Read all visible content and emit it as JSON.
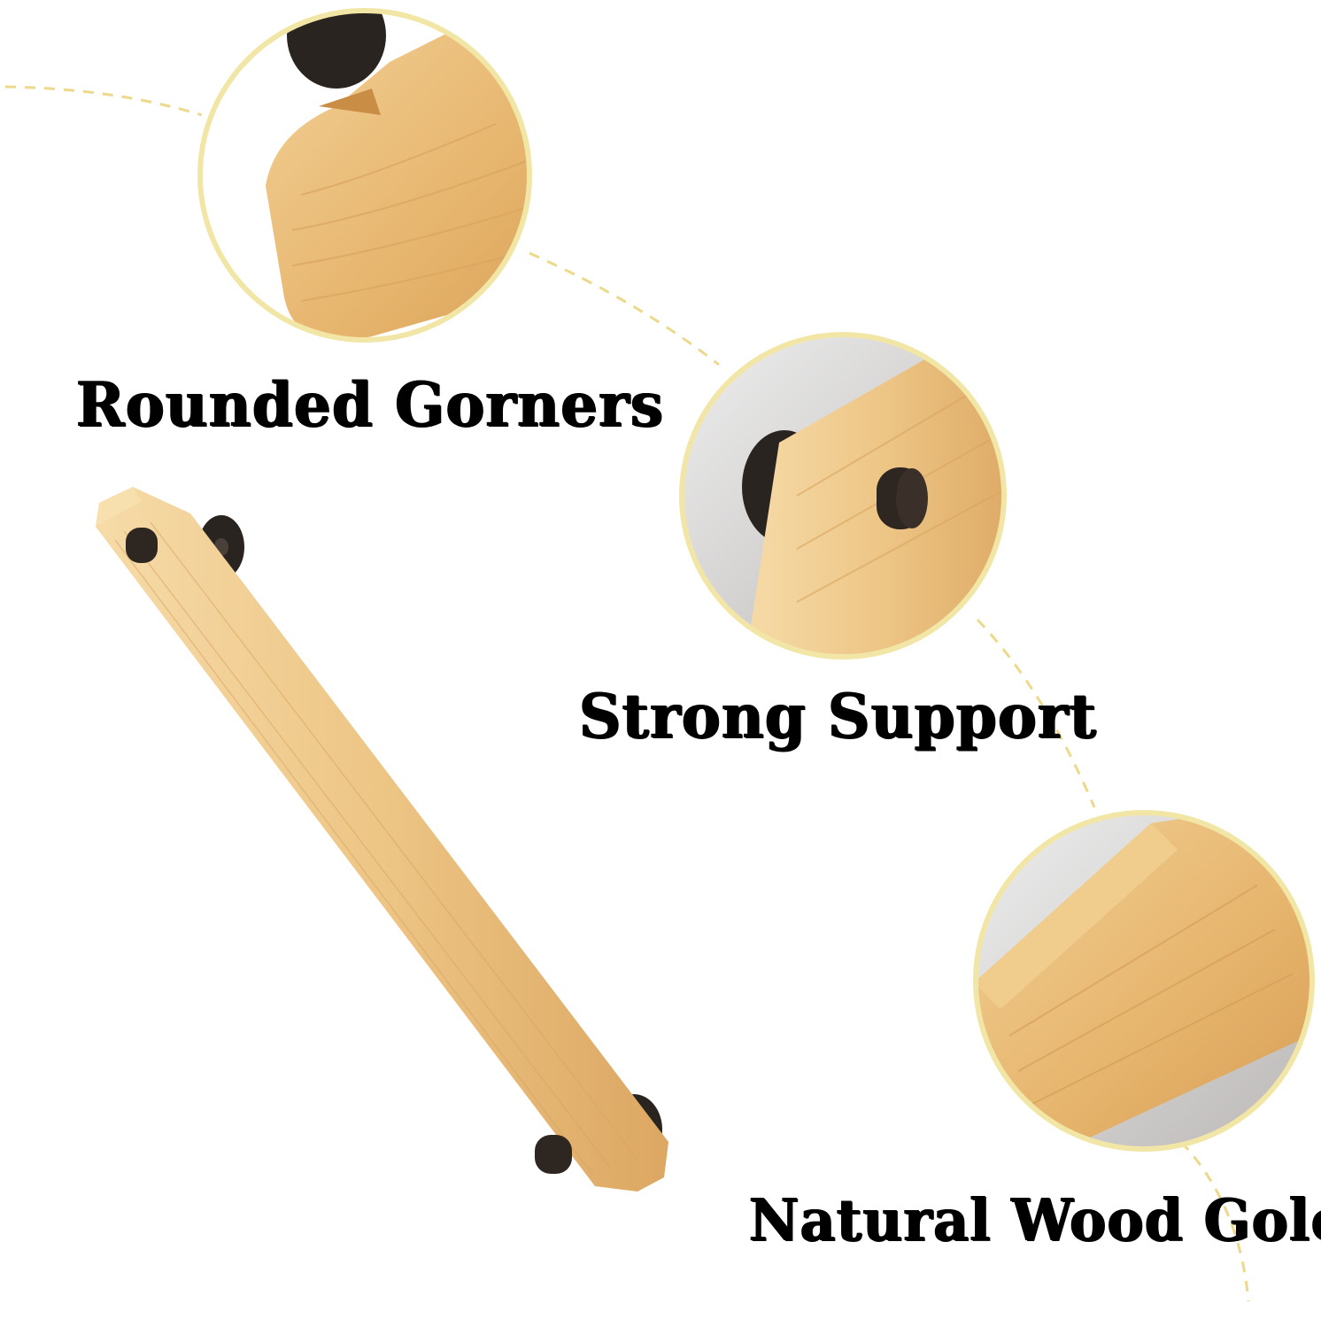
{
  "captions": {
    "rounded": "Rounded Gorners",
    "support": "Strong Support",
    "color": "Natural Wood Golor"
  },
  "palette": {
    "wood_light": "#f3d49a",
    "wood_mid": "#e8bb74",
    "wood_dark": "#c98d45",
    "wood_grain": "#d9a560",
    "bracket": "#2a2420",
    "circle_ring": "#f2e6a6",
    "dashed_line": "#ecd98c",
    "wall_grey": "#c9c6c4"
  }
}
